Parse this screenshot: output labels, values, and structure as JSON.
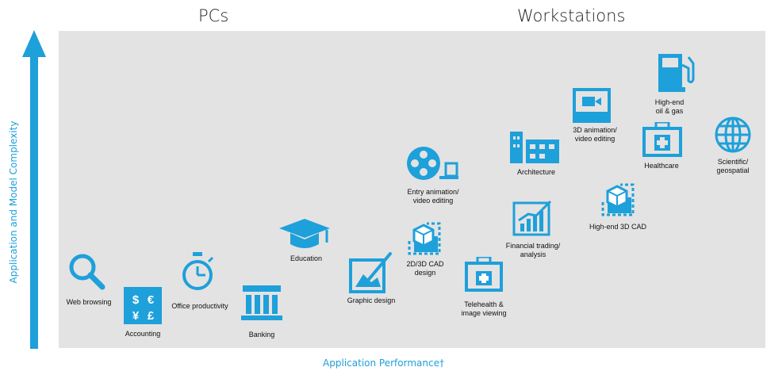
{
  "headers": {
    "pcs": "PCs",
    "workstations": "Workstations"
  },
  "axes": {
    "y_label": "Application and Model Complexity",
    "x_label": "Application Performance†"
  },
  "accent_color": "#1ea0da",
  "items": {
    "web_browsing": "Web browsing",
    "accounting": "Accounting",
    "office_productivity": "Office productivity",
    "banking": "Banking",
    "education": "Education",
    "graphic_design": "Graphic design",
    "cad_design": "2D/3D CAD\ndesign",
    "entry_animation": "Entry animation/\nvideo editing",
    "telehealth": "Telehealth &\nimage viewing",
    "financial_trading": "Financial trading/\nanalysis",
    "architecture": "Architecture",
    "animation_3d": "3D animation/\nvideo editing",
    "high_end_cad": "High-end 3D CAD",
    "healthcare": "Healthcare",
    "oil_gas": "High-end\noil & gas",
    "scientific": "Scientific/\ngeospatial"
  },
  "icon_glyphs": {
    "accounting": [
      "$",
      "€",
      "¥",
      "£"
    ]
  }
}
